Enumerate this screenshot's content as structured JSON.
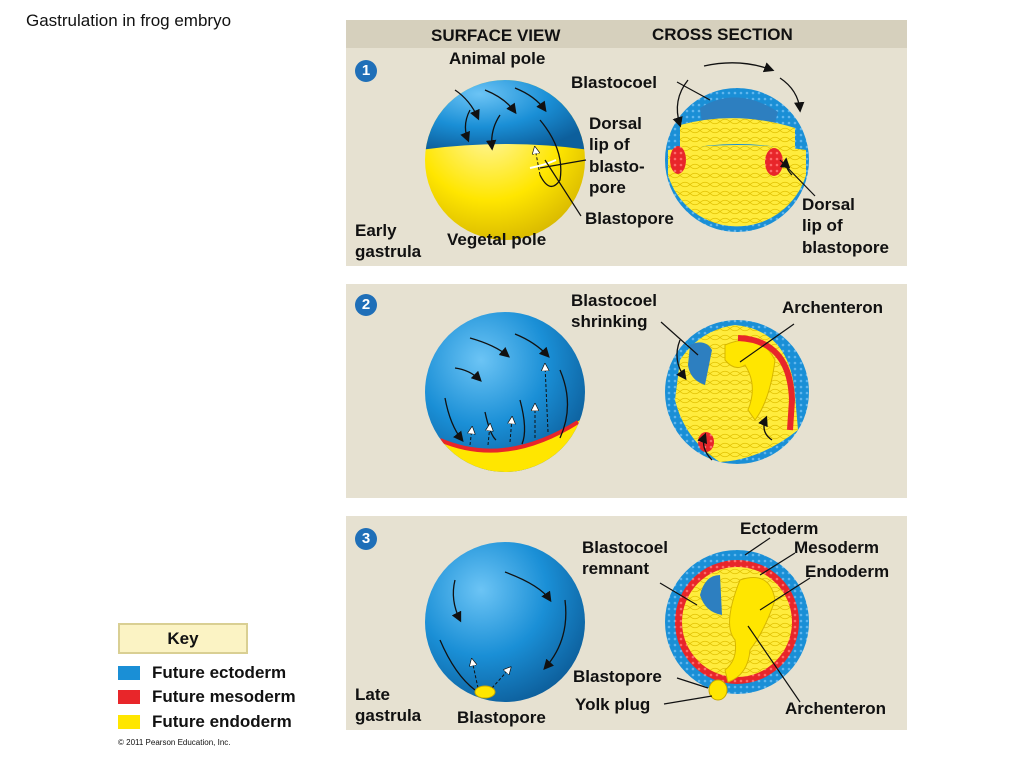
{
  "slide_title": "Gastrulation in frog embryo",
  "header": {
    "surface_view": "SURFACE VIEW",
    "cross_section": "CROSS SECTION"
  },
  "steps": [
    "1",
    "2",
    "3"
  ],
  "panel1": {
    "animal_pole": "Animal pole",
    "blastocoel": "Blastocoel",
    "dorsal_lip_lines": [
      "Dorsal",
      "lip of",
      "blasto-",
      "pore"
    ],
    "blastopore": "Blastopore",
    "vegetal_pole": "Vegetal pole",
    "stage_lines": [
      "Early",
      "gastrula"
    ],
    "dorsal_lip_right_lines": [
      "Dorsal",
      "lip of",
      "blastopore"
    ]
  },
  "panel2": {
    "blastocoel_shrinking_lines": [
      "Blastocoel",
      "shrinking"
    ],
    "archenteron": "Archenteron"
  },
  "panel3": {
    "ectoderm": "Ectoderm",
    "mesoderm": "Mesoderm",
    "endoderm": "Endoderm",
    "blastocoel_remnant_lines": [
      "Blastocoel",
      "remnant"
    ],
    "blastopore_right": "Blastopore",
    "yolk_plug": "Yolk plug",
    "archenteron": "Archenteron",
    "stage_lines": [
      "Late",
      "gastrula"
    ],
    "blastopore_bottom": "Blastopore"
  },
  "key": {
    "title": "Key",
    "items": [
      {
        "label": "Future ectoderm",
        "color": "#1a8fd6"
      },
      {
        "label": "Future mesoderm",
        "color": "#e8262a"
      },
      {
        "label": "Future endoderm",
        "color": "#ffe600"
      }
    ]
  },
  "copyright": "© 2011 Pearson Education, Inc.",
  "colors": {
    "ectoderm": "#1a8fd6",
    "mesoderm": "#e8262a",
    "endoderm": "#ffe600",
    "panel": "#e6e1d1"
  }
}
